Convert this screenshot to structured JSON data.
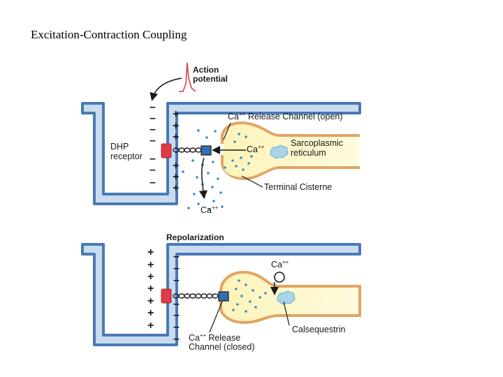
{
  "title": "Excitation-Contraction Coupling",
  "top_panel": {
    "action_potential_line1": "Action",
    "action_potential_line2": "potential",
    "release_channel_open": "Release Channel (open)",
    "sarcoplasmic_line1": "Sarcoplasmic",
    "sarcoplasmic_line2": "reticulum",
    "dhp_line1": "DHP",
    "dhp_line2": "receptor",
    "terminal_cisterne": "Terminal Cisterne",
    "ca_base": "Ca",
    "ca_sup": "++"
  },
  "bottom_panel": {
    "repolarization": "Repolarization",
    "release_closed_line1": "Release",
    "release_closed_line2": "Channel (closed)",
    "calsequestrin": "Calsequestrin",
    "ca_base": "Ca",
    "ca_sup": "++"
  },
  "colors": {
    "membrane_blue": "#4a7ab5",
    "membrane_fill": "#c9dcef",
    "sr_orange": "#e3a462",
    "sr_fill": "#fcf6c4",
    "dhp_red": "#e03a45",
    "channel_blue": "#2f6fb4",
    "dots": "#3b8ec4"
  }
}
